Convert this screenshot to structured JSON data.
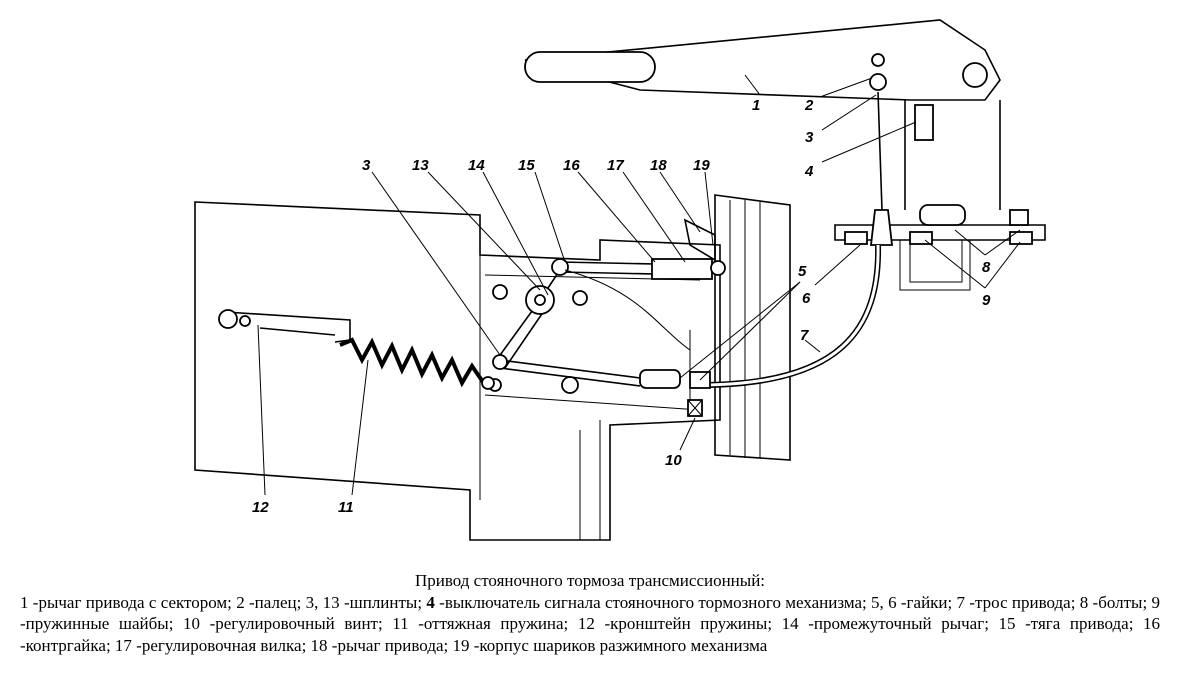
{
  "labels": {
    "l1": "1",
    "l2": "2",
    "l3a": "3",
    "l4": "4",
    "l3b": "3",
    "l13": "13",
    "l14": "14",
    "l15": "15",
    "l16": "16",
    "l17": "17",
    "l18": "18",
    "l19": "19",
    "l5": "5",
    "l6": "6",
    "l7": "7",
    "l8": "8",
    "l9": "9",
    "l10": "10",
    "l11": "11",
    "l12": "12"
  },
  "caption": {
    "title": "Привод стояночного тормоза трансмиссионный:",
    "part_a": "1 -рычаг привода с сектором; 2 -палец; 3, 13 -шплинты; ",
    "bold_4": "4",
    "part_b": " -выключатель сигнала стояночного тормозного механизма; 5, 6 -гайки; 7 -трос привода; 8 -болты; 9 -пружинные шайбы; 10 -регулировочный винт; 11 -оттяжная пружина; 12 -кронштейн пружины; 14 -промежуточный рычаг; 15 -тяга привода; 16 -контргайка; 17 -регулировочная вилка; 18 -рычаг привода; 19 -корпус шариков разжимного механизма"
  }
}
